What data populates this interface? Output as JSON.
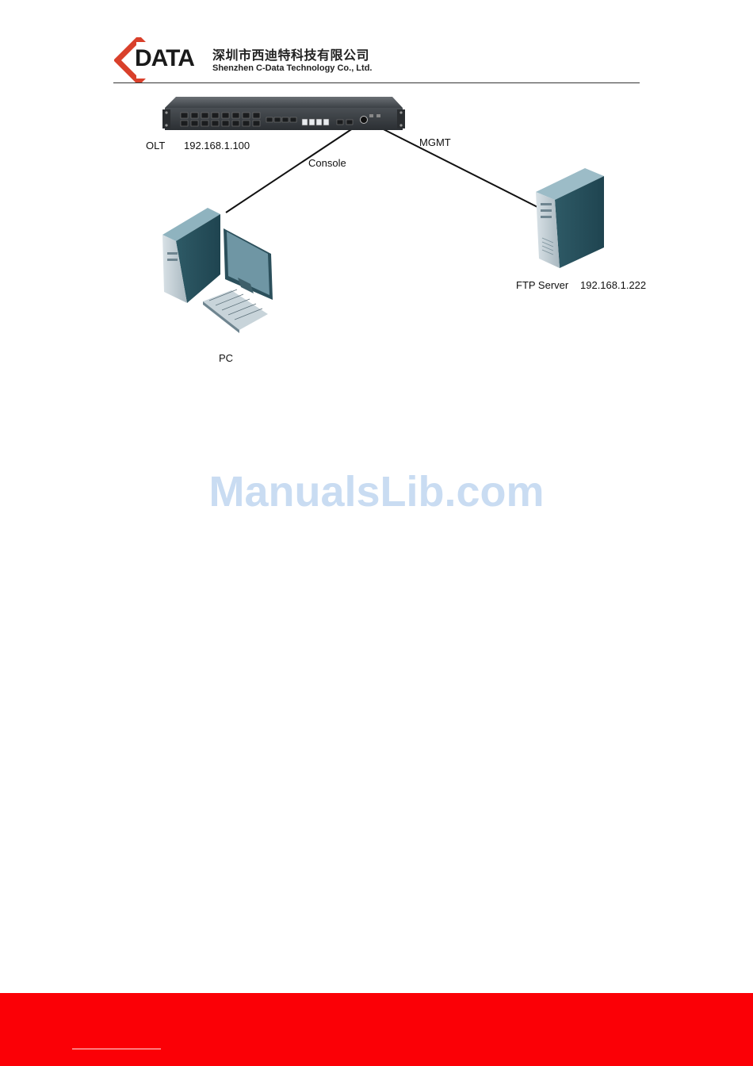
{
  "header": {
    "logo_text": "DATA",
    "company_cn": "深圳市西迪特科技有限公司",
    "company_en": "Shenzhen C-Data Technology Co., Ltd."
  },
  "diagram": {
    "olt": {
      "name": "OLT",
      "ip": "192.168.1.100"
    },
    "links": {
      "console": "Console",
      "mgmt": "MGMT"
    },
    "pc": {
      "name": "PC"
    },
    "ftp": {
      "name": "FTP Server",
      "ip": "192.168.1.222"
    }
  },
  "watermark": "ManualsLib.com",
  "colors": {
    "brand_red": "#fb0006",
    "logo_red": "#d9402b",
    "watermark": "#c9dcf2"
  }
}
